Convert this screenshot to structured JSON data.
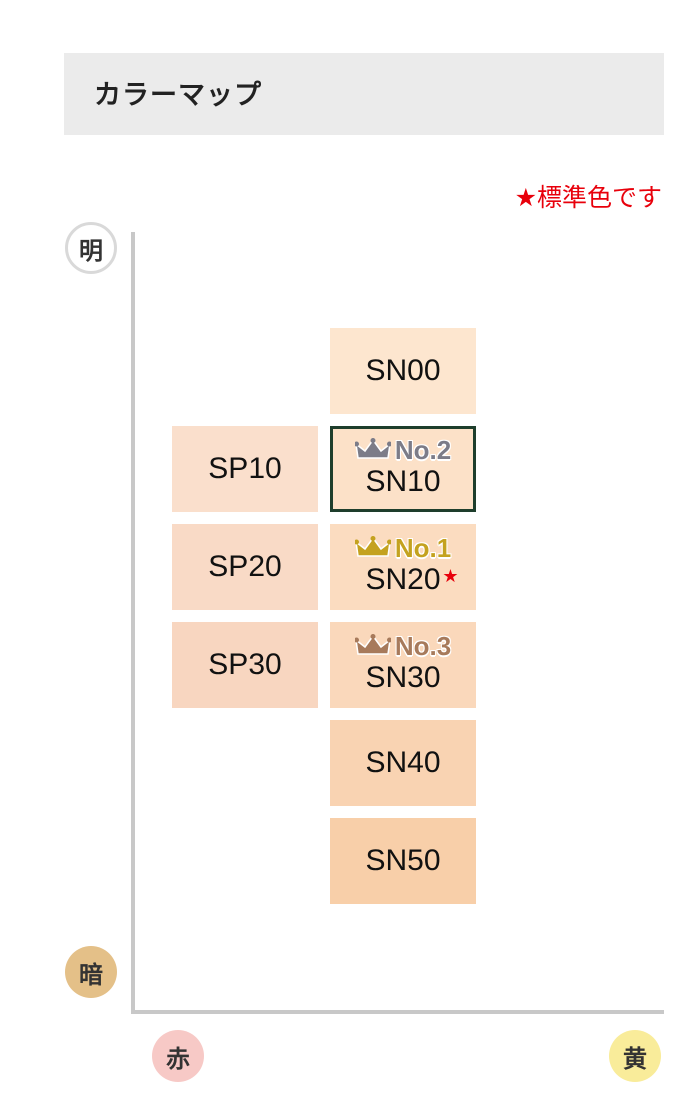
{
  "header": {
    "title": "カラーマップ"
  },
  "legend": {
    "note": "★標準色です"
  },
  "axes": {
    "bright": "明",
    "dark": "暗",
    "red": "赤",
    "yellow": "黄"
  },
  "swatches": {
    "sn00": {
      "code": "SN00",
      "color": "#fde6cf"
    },
    "sn10": {
      "code": "SN10",
      "color": "#fce1c8",
      "rank": "No.2",
      "rank_color": "#7c7c88"
    },
    "sn20": {
      "code": "SN20",
      "color": "#fbdcc0",
      "rank": "No.1",
      "rank_color": "#c4a21f",
      "star": "★"
    },
    "sn30": {
      "code": "SN30",
      "color": "#fad8bb",
      "rank": "No.3",
      "rank_color": "#a77a5b"
    },
    "sn40": {
      "code": "SN40",
      "color": "#f9d3b2",
      "rank": "",
      "rank_color": ""
    },
    "sn50": {
      "code": "SN50",
      "color": "#f8cfa9"
    },
    "sp10": {
      "code": "SP10",
      "color": "#fadfcc"
    },
    "sp20": {
      "code": "SP20",
      "color": "#f9dac6"
    },
    "sp30": {
      "code": "SP30",
      "color": "#f8d6c0"
    }
  }
}
